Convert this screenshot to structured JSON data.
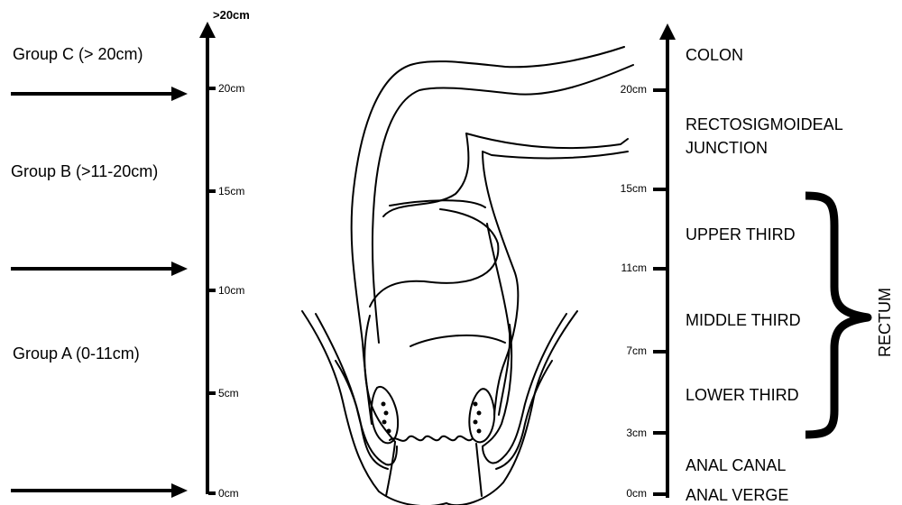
{
  "left_scale": {
    "top_label": ">20cm",
    "ticks": [
      "20cm",
      "15cm",
      "10cm",
      "5cm",
      "0cm"
    ]
  },
  "groups": {
    "c": "Group C (> 20cm)",
    "b": "Group B (>11-20cm)",
    "a": "Group A (0-11cm)"
  },
  "right_scale": {
    "ticks": [
      "20cm",
      "15cm",
      "11cm",
      "7cm",
      "3cm",
      "0cm"
    ]
  },
  "regions": {
    "colon": "COLON",
    "rectosigmoid_1": "RECTOSIGMOIDEAL",
    "rectosigmoid_2": "JUNCTION",
    "upper": "UPPER THIRD",
    "middle": "MIDDLE THIRD",
    "lower": "LOWER THIRD",
    "anal_canal": "ANAL CANAL",
    "anal_verge": "ANAL VERGE",
    "rectum": "RECTUM"
  }
}
